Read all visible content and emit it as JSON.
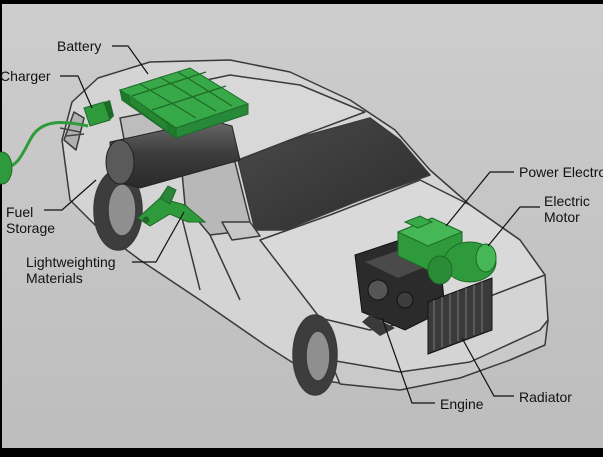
{
  "labels": {
    "battery": "Battery",
    "charger": "Charger",
    "fuel_storage": [
      "Fuel",
      "Storage"
    ],
    "lightweighting": [
      "Lightweighting",
      "Materials"
    ],
    "power_electronics": "Power Electronics",
    "electric_motor": [
      "Electric",
      "Motor"
    ],
    "engine": "Engine",
    "radiator": "Radiator"
  },
  "colors": {
    "background": "#c8c8c8",
    "frame": "#000000",
    "car_body": "#d3d3d3",
    "car_outline": "#3a3a3a",
    "component_green": "#2f9a3c",
    "component_green_dark": "#1d6b27",
    "engine_dark": "#2b2b2b",
    "fuel_tank": "#454545",
    "leader_line": "#111111"
  }
}
